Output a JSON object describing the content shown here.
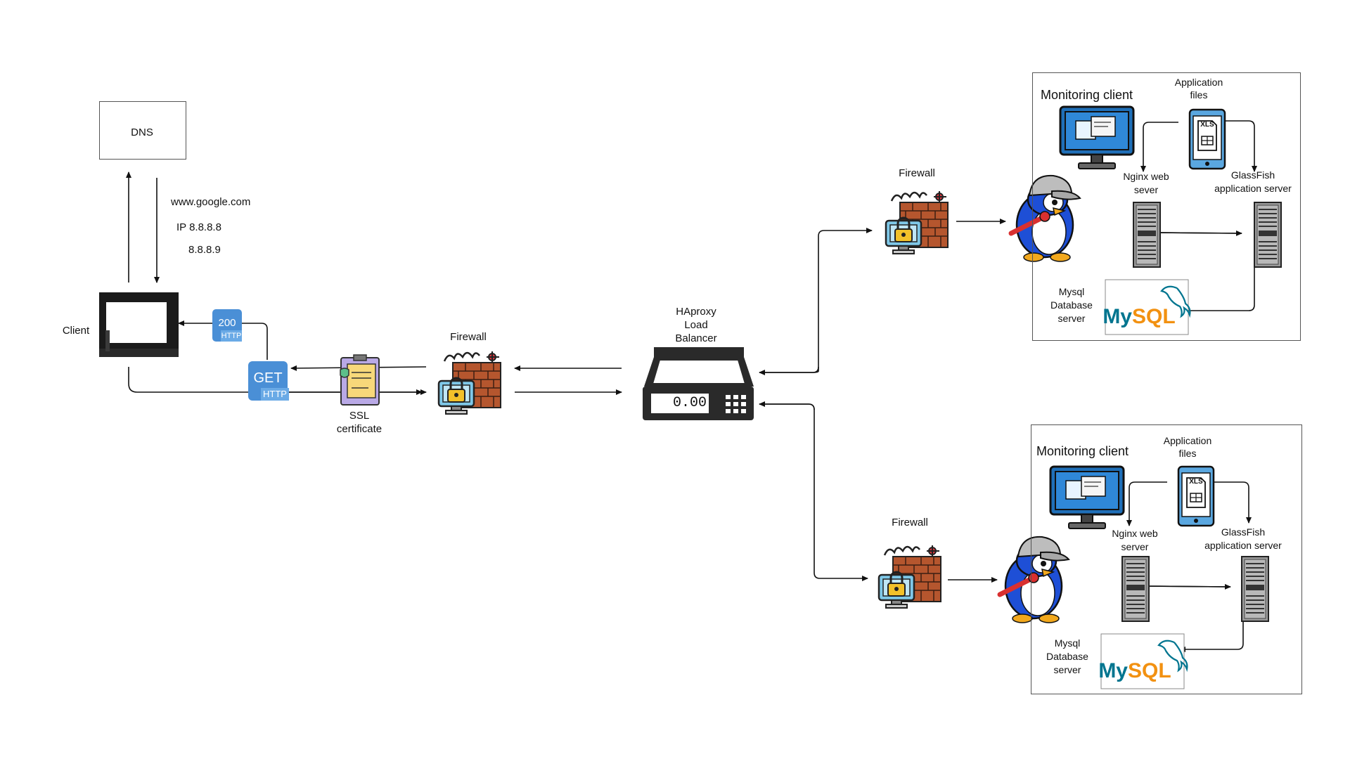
{
  "dns": {
    "label": "DNS",
    "query": "www.google.com",
    "ip1": "IP 8.8.8.8",
    "ip2": "8.8.8.9"
  },
  "client": {
    "label": "Client"
  },
  "http": {
    "response_code": "200",
    "response_tag": "HTTP",
    "request_method": "GET",
    "request_tag": "HTTP"
  },
  "ssl": {
    "label": "SSL\ncertificate"
  },
  "firewall_front": {
    "label": "Firewall"
  },
  "load_balancer": {
    "label": "HAproxy\nLoad\nBalancer",
    "display": "0.00"
  },
  "server_top": {
    "firewall_label": "Firewall",
    "monitoring_label": "Monitoring client",
    "app_files_label": "Application\nfiles",
    "file_tag": "XLS",
    "nginx_label": "Nginx web\nsever",
    "glassfish_label": "GlassFish\napplication server",
    "mysql_label": "Mysql\nDatabase\nserver",
    "mysql_logo": {
      "my": "My",
      "sql": "SQL"
    }
  },
  "server_bottom": {
    "firewall_label": "Firewall",
    "monitoring_label": "Monitoring client",
    "app_files_label": "Application\nfiles",
    "file_tag": "XLS",
    "nginx_label": "Nginx web\nserver",
    "glassfish_label": "GlassFish\napplication server",
    "mysql_label": "Mysql\nDatabase\nserver",
    "mysql_logo": {
      "my": "My",
      "sql": "SQL"
    }
  },
  "colors": {
    "line": "#111111",
    "mysql_blue": "#00758f",
    "mysql_orange": "#f29111",
    "http_blue": "#4a8fd6",
    "brick": "#b5562e",
    "monitor_blue": "#1f6fb8",
    "penguin_blue": "#1e4fd6"
  }
}
